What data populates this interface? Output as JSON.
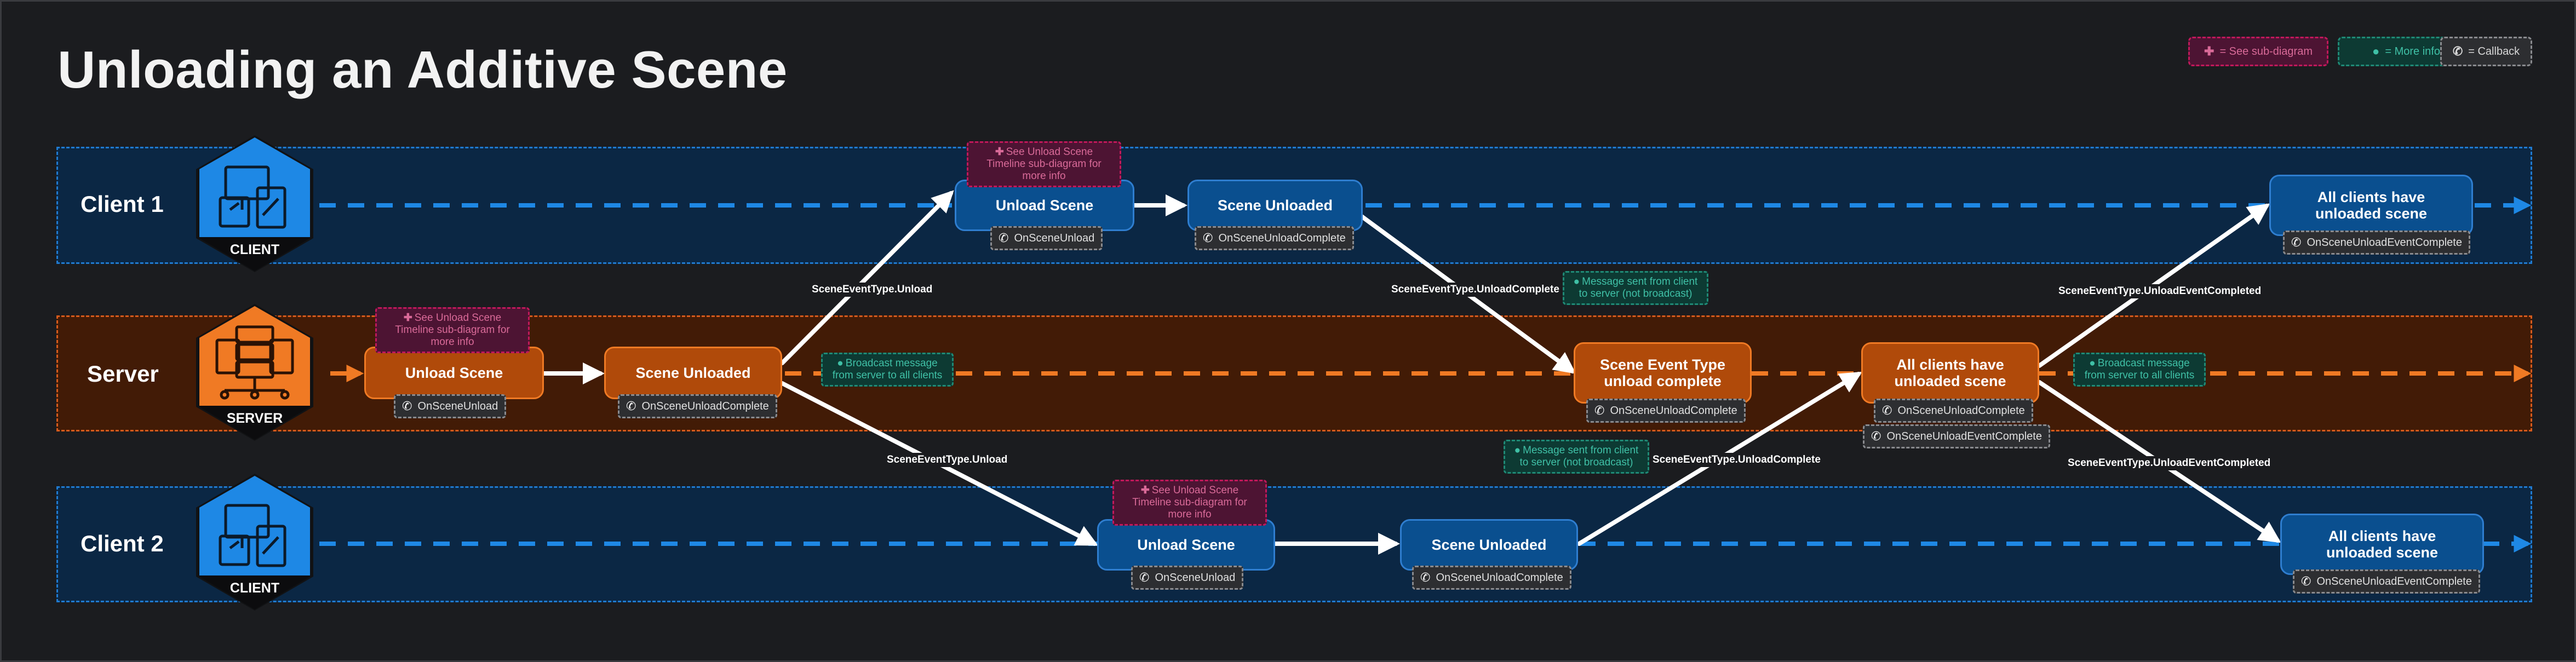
{
  "title": "Unloading an Additive Scene",
  "legend": {
    "sub_diagram": "= See sub-diagram",
    "more_info": "= More info",
    "callback": "= Callback"
  },
  "lanes": {
    "client1": {
      "label": "Client 1",
      "badge": "CLIENT"
    },
    "server": {
      "label": "Server",
      "badge": "SERVER"
    },
    "client2": {
      "label": "Client 2",
      "badge": "CLIENT"
    }
  },
  "nodes": {
    "c1_unload": "Unload Scene",
    "c1_unloaded": "Scene Unloaded",
    "c1_all": "All clients have unloaded scene",
    "s_unload": "Unload Scene",
    "s_unloaded": "Scene Unloaded",
    "s_event_complete": "Scene Event Type unload complete",
    "s_all": "All clients have unloaded scene",
    "c2_unload": "Unload Scene",
    "c2_unloaded": "Scene Unloaded",
    "c2_all": "All clients have unloaded scene"
  },
  "callbacks": {
    "c1_unload": "OnSceneUnload",
    "c1_unloaded": "OnSceneUnloadComplete",
    "c1_all": "OnSceneUnloadEventComplete",
    "s_unload": "OnSceneUnload",
    "s_unloaded": "OnSceneUnloadComplete",
    "s_event_complete": "OnSceneUnloadComplete",
    "s_all_1": "OnSceneUnloadComplete",
    "s_all_2": "OnSceneUnloadEventComplete",
    "c2_unload": "OnSceneUnload",
    "c2_unloaded": "OnSceneUnloadComplete",
    "c2_all": "OnSceneUnloadEventComplete"
  },
  "notes": {
    "sub_c1": "See Unload Scene Timeline sub-diagram for more info",
    "sub_srv": "See Unload Scene Timeline sub-diagram for more info",
    "sub_c2": "See Unload Scene Timeline sub-diagram for more info",
    "broadcast_1": "Broadcast message from server to all clients",
    "client_msg_1": "Message sent from client to server (not broadcast)",
    "client_msg_2": "Message sent from client to server (not broadcast)",
    "broadcast_2": "Broadcast message from server to all clients"
  },
  "edge_labels": {
    "s_to_c1_unload": "SceneEventType.Unload",
    "s_to_c2_unload": "SceneEventType.Unload",
    "c1_to_s_complete": "SceneEventType.UnloadComplete",
    "c2_to_s_complete": "SceneEventType.UnloadComplete",
    "s_to_c1_all": "SceneEventType.UnloadEventCompleted",
    "s_to_c2_all": "SceneEventType.UnloadEventCompleted"
  },
  "colors": {
    "client_blue": "#1e88e5",
    "server_orange": "#f07a24",
    "sub_diagram": "#c2185b",
    "more_info": "#1f8a76"
  }
}
